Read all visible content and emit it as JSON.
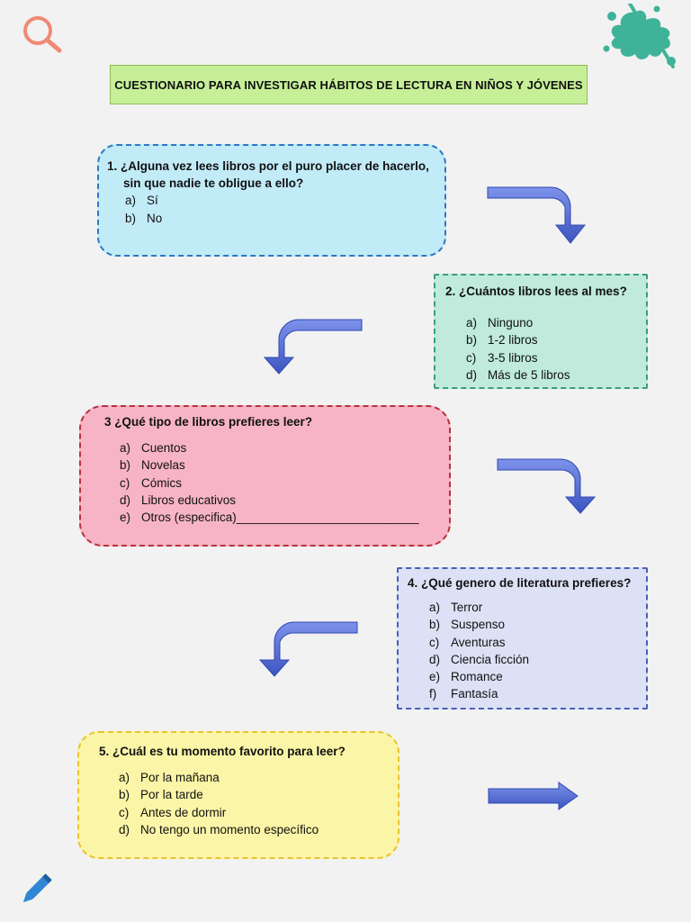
{
  "title": "CUESTIONARIO PARA INVESTIGAR HÁBITOS DE LECTURA EN NIÑOS Y JÓVENES",
  "q1": {
    "title_line1": "1. ¿Alguna vez lees libros por el puro placer de hacerlo,",
    "title_line2": "sin que nadie te obligue a ello?",
    "options": [
      {
        "letter": "a)",
        "text": "Sí"
      },
      {
        "letter": "b)",
        "text": "No"
      }
    ]
  },
  "q2": {
    "title": "2. ¿Cuántos libros lees al mes?",
    "options": [
      {
        "letter": "a)",
        "text": "Ninguno"
      },
      {
        "letter": "b)",
        "text": "1-2 libros"
      },
      {
        "letter": "c)",
        "text": "3-5 libros"
      },
      {
        "letter": "d)",
        "text": "Más de 5 libros"
      }
    ]
  },
  "q3": {
    "title": "3 ¿Qué tipo de libros prefieres leer?",
    "options": [
      {
        "letter": "a)",
        "text": "Cuentos"
      },
      {
        "letter": "b)",
        "text": "Novelas"
      },
      {
        "letter": "c)",
        "text": "Cómics"
      },
      {
        "letter": "d)",
        "text": "Libros educativos"
      },
      {
        "letter": "e)",
        "text": "Otros (especifica)___________________________"
      }
    ]
  },
  "q4": {
    "title": "4. ¿Qué genero de literatura prefieres?",
    "options": [
      {
        "letter": "a)",
        "text": "Terror"
      },
      {
        "letter": "b)",
        "text": "Suspenso"
      },
      {
        "letter": "c)",
        "text": "Aventuras"
      },
      {
        "letter": "d)",
        "text": "Ciencia ficción"
      },
      {
        "letter": "e)",
        "text": "Romance"
      },
      {
        "letter": "f)",
        "text": "Fantasía"
      }
    ]
  },
  "q5": {
    "title": "5. ¿Cuál es tu momento favorito para leer?",
    "options": [
      {
        "letter": "a)",
        "text": "Por la mañana"
      },
      {
        "letter": "b)",
        "text": "Por la tarde"
      },
      {
        "letter": "c)",
        "text": "Antes de dormir"
      },
      {
        "letter": "d)",
        "text": "No tengo un momento específico"
      }
    ]
  },
  "icons": {
    "top_left": "magnifier-icon",
    "top_right": "paint-splat-icon",
    "bottom_left": "pencil-icon"
  },
  "colors": {
    "arrow": "#5a73d8",
    "title_bg": "#c6ef98"
  }
}
